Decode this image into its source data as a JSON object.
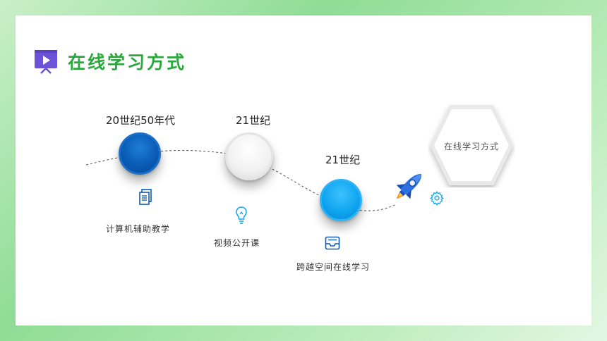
{
  "slide": {
    "title": "在线学习方式",
    "accent_color": "#29a83c",
    "title_icon": "presentation-play-icon"
  },
  "timeline": [
    {
      "era": "20世纪50年代",
      "label": "计算机辅助教学",
      "icon": "document-icon",
      "node_color": "#0a5cb5"
    },
    {
      "era": "21世纪",
      "label": "视频公开课",
      "icon": "lightbulb-icon",
      "node_color": "#f1f1f1"
    },
    {
      "era": "21世纪",
      "label": "跨越空间在线学习",
      "icon": "inbox-tray-icon",
      "node_color": "#0da3ef"
    }
  ],
  "decorations": {
    "rocket_icon": "rocket-icon",
    "gear_icon": "gear-icon"
  },
  "hexagon": {
    "text": "在线学习方式"
  }
}
